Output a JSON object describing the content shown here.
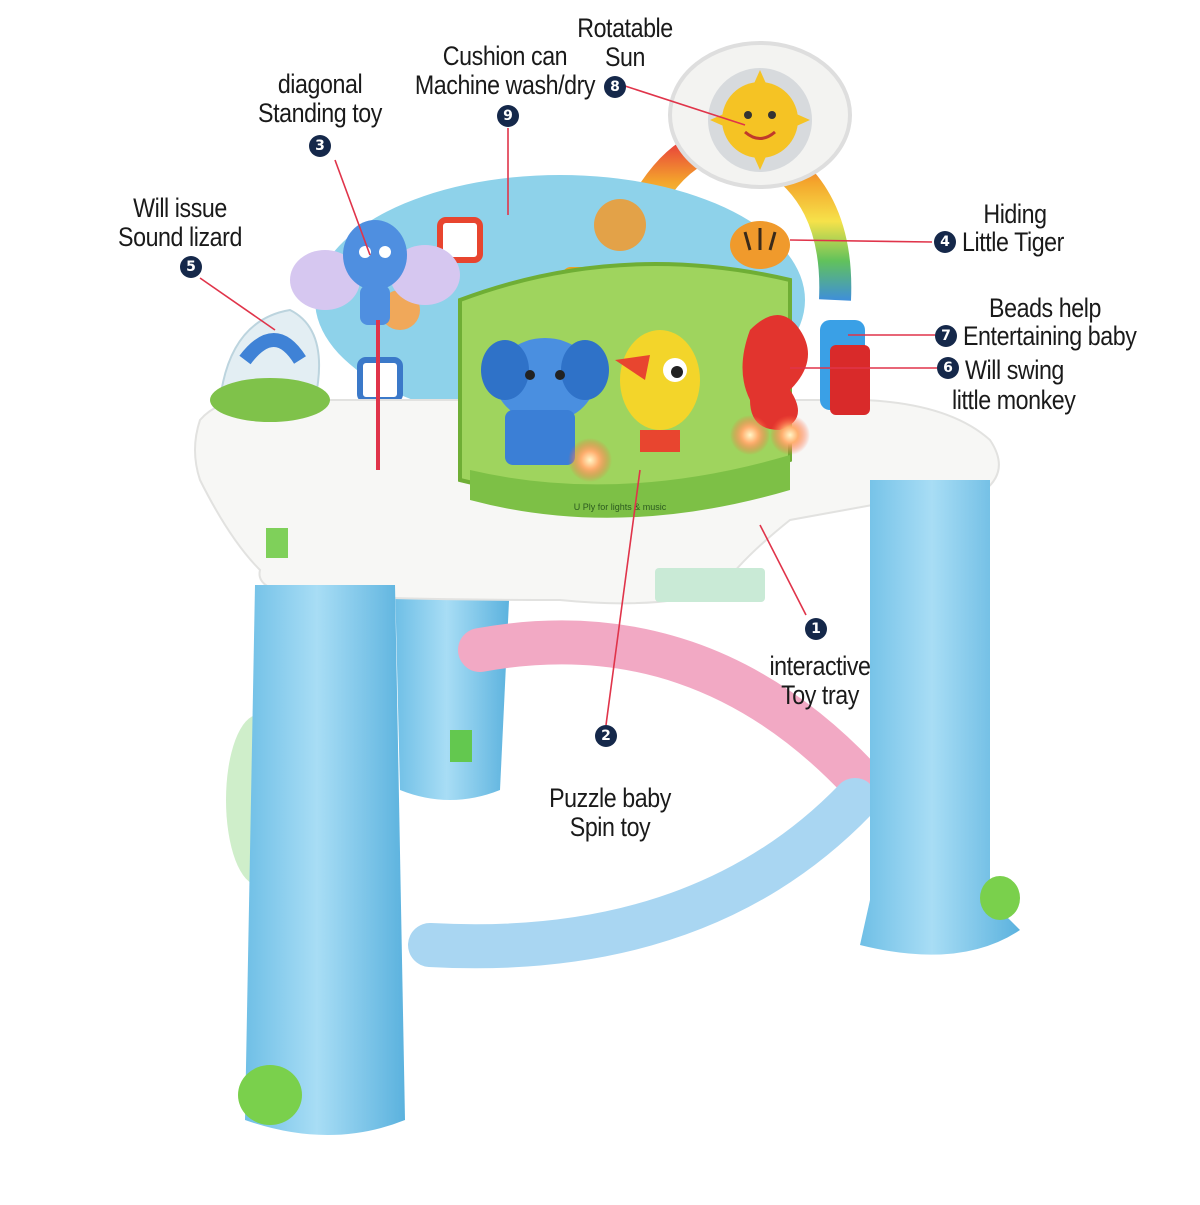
{
  "product": "baby activity jumper",
  "callouts": [
    {
      "number": "1",
      "lines": [
        "interactive",
        "Toy tray"
      ]
    },
    {
      "number": "2",
      "lines": [
        "Puzzle baby",
        "Spin toy"
      ]
    },
    {
      "number": "3",
      "lines": [
        "diagonal",
        "Standing toy"
      ]
    },
    {
      "number": "4",
      "lines": [
        "Hiding",
        "Little Tiger"
      ]
    },
    {
      "number": "5",
      "lines": [
        "Will issue",
        "Sound lizard"
      ]
    },
    {
      "number": "6",
      "lines": [
        "Will swing",
        "little monkey"
      ]
    },
    {
      "number": "7",
      "lines": [
        "Beads help",
        "Entertaining baby"
      ]
    },
    {
      "number": "8",
      "lines": [
        "Rotatable",
        "Sun"
      ]
    },
    {
      "number": "9",
      "lines": [
        "Cushion can",
        "Machine wash/dry"
      ]
    }
  ],
  "tray_text": "U Ply for lights & music",
  "colors": {
    "leg_blue": "#8fd0ef",
    "tray_white": "#f7f7f5",
    "pink_bar": "#f2a9c4",
    "blue_bar": "#a9d6f2",
    "badge": "#15284a",
    "pointer_line": "#e0344a"
  }
}
